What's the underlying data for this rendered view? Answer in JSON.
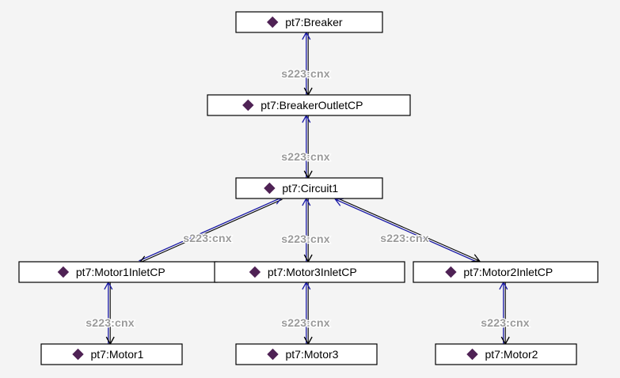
{
  "colors": {
    "background": "#f4f4f4",
    "node_border": "#000000",
    "node_fill": "#ffffff",
    "individual_icon": "#4f2255",
    "edge_outgoing": "#1a1aa6",
    "edge_incoming": "#000000",
    "edge_label": "#9a9a9a"
  },
  "icons": {
    "individual": "individual-diamond-icon"
  },
  "nodes": [
    {
      "id": "breaker",
      "label": "pt7:Breaker"
    },
    {
      "id": "breaker-outlet-cp",
      "label": "pt7:BreakerOutletCP"
    },
    {
      "id": "circuit1",
      "label": "pt7:Circuit1"
    },
    {
      "id": "motor1-inlet-cp",
      "label": "pt7:Motor1InletCP"
    },
    {
      "id": "motor3-inlet-cp",
      "label": "pt7:Motor3InletCP"
    },
    {
      "id": "motor2-inlet-cp",
      "label": "pt7:Motor2InletCP"
    },
    {
      "id": "motor1",
      "label": "pt7:Motor1"
    },
    {
      "id": "motor3",
      "label": "pt7:Motor3"
    },
    {
      "id": "motor2",
      "label": "pt7:Motor2"
    }
  ],
  "edges": [
    {
      "from": "breaker",
      "to": "breaker-outlet-cp",
      "label": "s223:cnx"
    },
    {
      "from": "breaker-outlet-cp",
      "to": "circuit1",
      "label": "s223:cnx"
    },
    {
      "from": "circuit1",
      "to": "motor1-inlet-cp",
      "label": "s223:cnx"
    },
    {
      "from": "circuit1",
      "to": "motor3-inlet-cp",
      "label": "s223:cnx"
    },
    {
      "from": "circuit1",
      "to": "motor2-inlet-cp",
      "label": "s223:cnx"
    },
    {
      "from": "motor1-inlet-cp",
      "to": "motor1",
      "label": "s223:cnx"
    },
    {
      "from": "motor3-inlet-cp",
      "to": "motor3",
      "label": "s223:cnx"
    },
    {
      "from": "motor2-inlet-cp",
      "to": "motor2",
      "label": "s223:cnx"
    }
  ]
}
